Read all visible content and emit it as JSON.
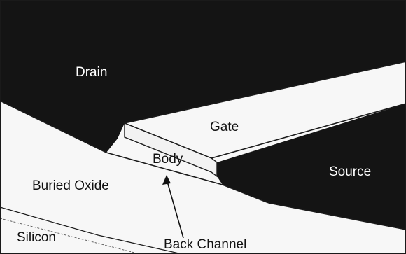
{
  "labels": {
    "drain": "Drain",
    "gate": "Gate",
    "body": "Body",
    "source": "Source",
    "buried_oxide": "Buried Oxide",
    "silicon": "Silicon",
    "back_channel": "Back Channel"
  },
  "colors": {
    "dark_region": "#141414",
    "light_region": "#f7f7f7",
    "outline": "#1a1a1a",
    "label_on_dark": "#ffffff",
    "label_on_light": "#111111"
  }
}
